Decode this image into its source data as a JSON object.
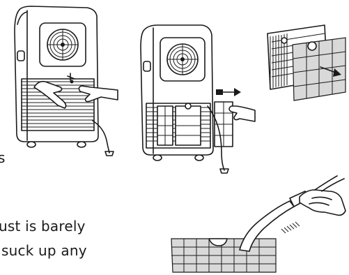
{
  "text_fragments": {
    "line_1": "s",
    "line_2": "ust is barely",
    "line_3": "suck up any"
  },
  "illustrations": {
    "fig1": "air-conditioner-rear-filter-removal",
    "fig2": "air-conditioner-filter-pull-out",
    "fig3": "filter-frame-and-mesh",
    "fig4": "vacuum-cleaning-filter"
  }
}
